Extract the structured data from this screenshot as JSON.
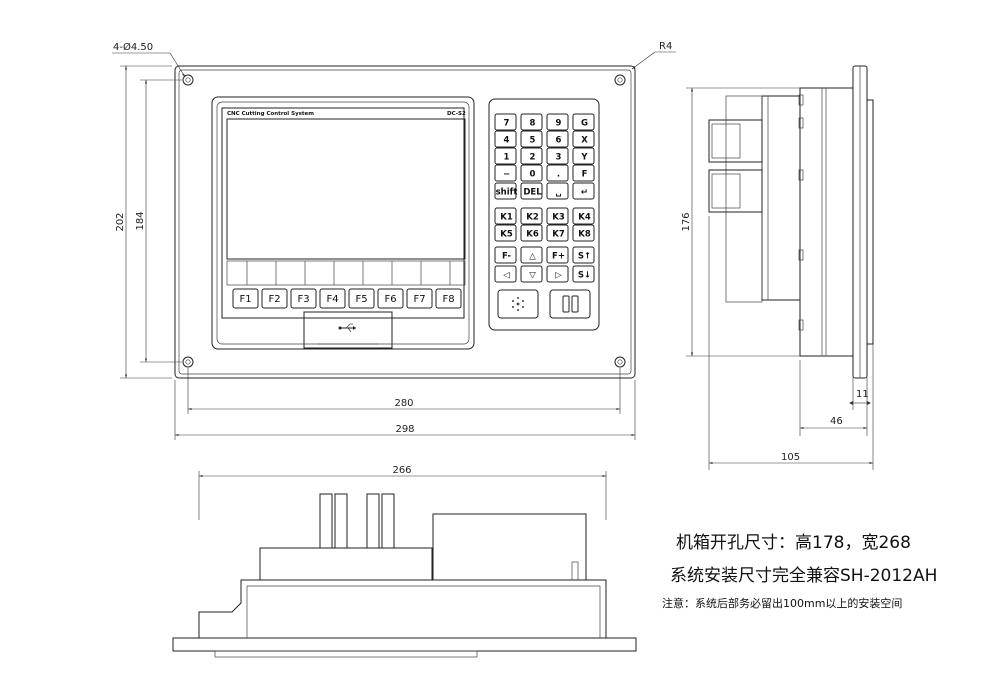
{
  "front_view": {
    "hole_label": "4-Ø4.50",
    "corner_radius_label": "R4",
    "dim_width_inner": "280",
    "dim_width_outer": "298",
    "dim_height_outer": "202",
    "dim_height_inner": "184",
    "screen_header": "CNC Cutting Control System",
    "model_badge": "DC-S2",
    "function_keys": [
      "F1",
      "F2",
      "F3",
      "F4",
      "F5",
      "F6",
      "F7",
      "F8"
    ],
    "keypad": [
      [
        "7",
        "8",
        "9",
        "G"
      ],
      [
        "4",
        "5",
        "6",
        "X"
      ],
      [
        "1",
        "2",
        "3",
        "Y"
      ],
      [
        "−",
        "0",
        ".",
        "F"
      ],
      [
        "shift",
        "DEL",
        "␣",
        "↵"
      ],
      [
        "K1",
        "K2",
        "K3",
        "K4"
      ],
      [
        "K5",
        "K6",
        "K7",
        "K8"
      ],
      [
        "F-",
        "△",
        "F+",
        "S↑"
      ],
      [
        "◁",
        "▽",
        "▷",
        "S↓"
      ]
    ],
    "usb_icon": "usb-icon"
  },
  "side_view": {
    "dim_height": "176",
    "dim_flange": "11",
    "dim_step": "46",
    "dim_depth": "105"
  },
  "top_view": {
    "dim_width": "266"
  },
  "notes": {
    "line1": "机箱开孔尺寸：高178，宽268",
    "line2": "系统安装尺寸完全兼容SH-2012AH",
    "line3": "注意：系统后部务必留出100mm以上的安装空间"
  }
}
